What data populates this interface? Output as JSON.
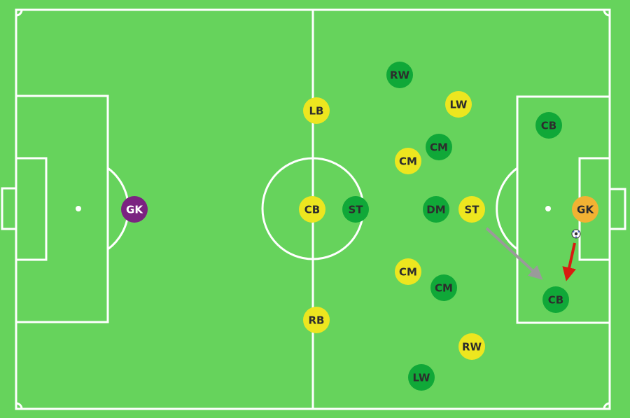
{
  "colors": {
    "pitch": "#66d35c",
    "lines": "#ffffff",
    "yellow_team": "#ede61f",
    "green_team": "#10a838",
    "away_keeper": "#7b2381",
    "home_keeper": "#f2b233",
    "text_dark": "#2d2d2d",
    "run_arrow": "#9a9a9a",
    "pass_arrow": "#d81b10"
  },
  "players": [
    {
      "id": "yellow-lb",
      "label": "LB",
      "team": "yellow"
    },
    {
      "id": "yellow-cb",
      "label": "CB",
      "team": "yellow"
    },
    {
      "id": "yellow-rb",
      "label": "RB",
      "team": "yellow"
    },
    {
      "id": "yellow-lw",
      "label": "LW",
      "team": "yellow"
    },
    {
      "id": "yellow-cm-top",
      "label": "CM",
      "team": "yellow"
    },
    {
      "id": "yellow-st",
      "label": "ST",
      "team": "yellow"
    },
    {
      "id": "yellow-cm-bottom",
      "label": "CM",
      "team": "yellow"
    },
    {
      "id": "yellow-rw",
      "label": "RW",
      "team": "yellow"
    },
    {
      "id": "green-rw",
      "label": "RW",
      "team": "green"
    },
    {
      "id": "green-cm-top",
      "label": "CM",
      "team": "green"
    },
    {
      "id": "green-st",
      "label": "ST",
      "team": "green"
    },
    {
      "id": "green-dm",
      "label": "DM",
      "team": "green"
    },
    {
      "id": "green-cm-bottom",
      "label": "CM",
      "team": "green"
    },
    {
      "id": "green-lw",
      "label": "LW",
      "team": "green"
    },
    {
      "id": "green-cb-top",
      "label": "CB",
      "team": "green"
    },
    {
      "id": "green-cb-bottom",
      "label": "CB",
      "team": "green"
    },
    {
      "id": "gk-left",
      "label": "GK",
      "team": "purple"
    },
    {
      "id": "gk-right",
      "label": "GK",
      "team": "orange"
    }
  ],
  "ball": {
    "icon": "soccer-ball-icon"
  },
  "arrows": [
    {
      "id": "run-arrow",
      "kind": "player-run",
      "color": "#9a9a9a"
    },
    {
      "id": "pass-arrow",
      "kind": "ball-pass",
      "color": "#d81b10"
    }
  ]
}
